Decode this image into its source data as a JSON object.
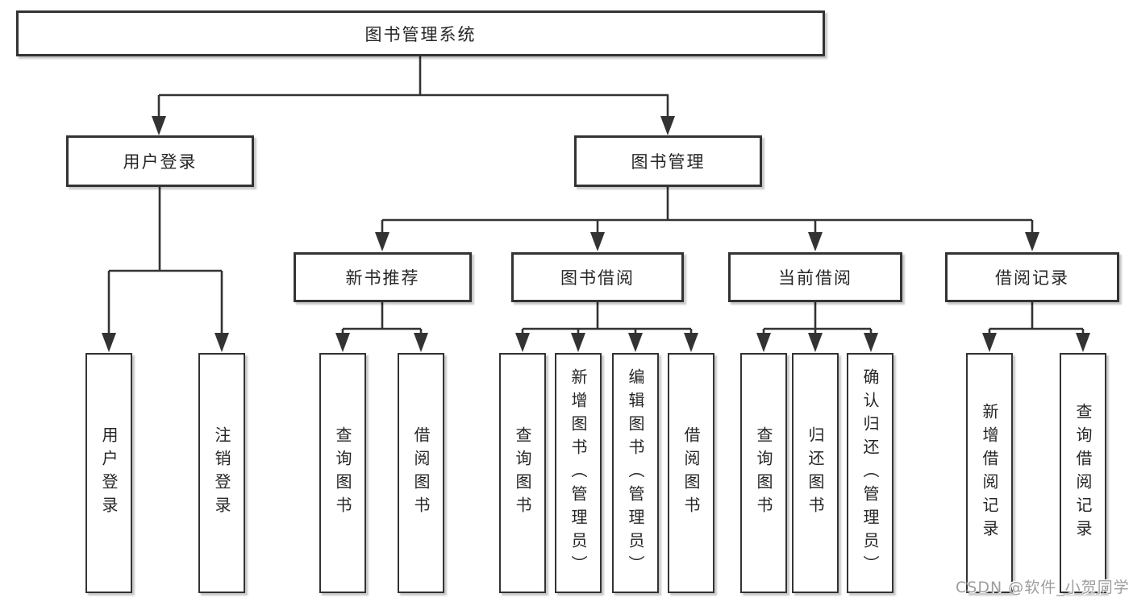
{
  "diagram": {
    "root": {
      "label": "图书管理系统"
    },
    "branches": [
      {
        "label": "用户登录",
        "children": [
          {
            "label": "用户登录"
          },
          {
            "label": "注销登录"
          }
        ]
      },
      {
        "label": "图书管理",
        "children": [
          {
            "label": "新书推荐",
            "children": [
              {
                "label": "查询图书"
              },
              {
                "label": "借阅图书"
              }
            ]
          },
          {
            "label": "图书借阅",
            "children": [
              {
                "label": "查询图书"
              },
              {
                "label": "新增图书（管理员）"
              },
              {
                "label": "编辑图书（管理员）"
              },
              {
                "label": "借阅图书"
              }
            ]
          },
          {
            "label": "当前借阅",
            "children": [
              {
                "label": "查询图书"
              },
              {
                "label": "归还图书"
              },
              {
                "label": "确认归还（管理员）"
              }
            ]
          },
          {
            "label": "借阅记录",
            "children": [
              {
                "label": "新增借阅记录"
              },
              {
                "label": "查询借阅记录"
              }
            ]
          }
        ]
      }
    ]
  },
  "watermark": {
    "text": "CSDN @软件_小贺同学",
    "color": "#9e9e9e"
  },
  "colors": {
    "line": "#333333",
    "box_border": "#333333",
    "box_fill": "#ffffff",
    "text": "#262626",
    "background": "#ffffff"
  }
}
